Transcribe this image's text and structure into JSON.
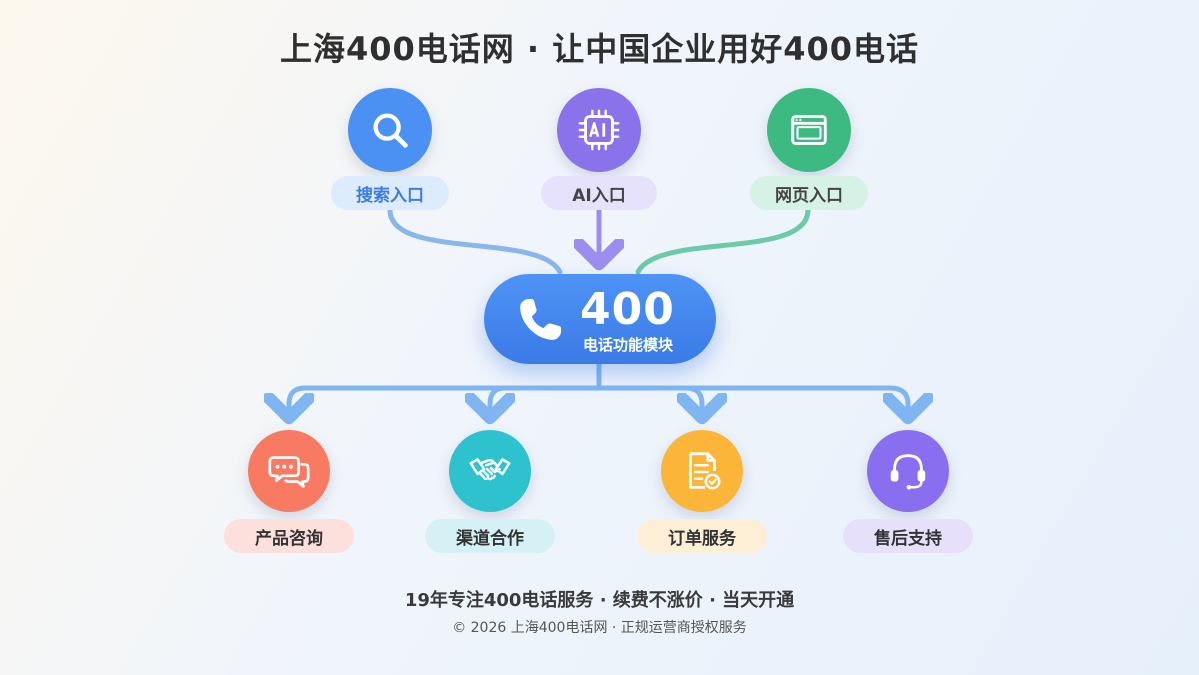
{
  "title": "上海400电话网 · 让中国企业用好400电话",
  "inputs": [
    {
      "label": "搜索入口",
      "icon": "search-icon",
      "color": "#4b90f3",
      "pill_bg": "#dcebfd",
      "pill_text": "#3b7de0"
    },
    {
      "label": "AI入口",
      "icon": "ai-chip-icon",
      "color": "#8a73ea",
      "pill_bg": "#e7e2fb",
      "pill_text": "#444444"
    },
    {
      "label": "网页入口",
      "icon": "browser-window-icon",
      "color": "#3dba82",
      "pill_bg": "#d6f1e6",
      "pill_text": "#444444"
    }
  ],
  "hub": {
    "number": "400",
    "label": "电话功能模块",
    "icon": "phone-icon",
    "color": "#3f82ec"
  },
  "outputs": [
    {
      "label": "产品咨询",
      "icon": "chat-bubbles-icon",
      "color": "#f97a62",
      "pill_bg": "#fde0dc"
    },
    {
      "label": "渠道合作",
      "icon": "handshake-icon",
      "color": "#2ec2cf",
      "pill_bg": "#d5f1f5"
    },
    {
      "label": "订单服务",
      "icon": "order-document-icon",
      "color": "#fbb63a",
      "pill_bg": "#fdefd6"
    },
    {
      "label": "售后支持",
      "icon": "headset-icon",
      "color": "#8a6ef0",
      "pill_bg": "#e6e0fb"
    }
  ],
  "footer": {
    "tagline": "19年专注400电话服务 · 续费不涨价 · 当天开通",
    "copyright": "© 2026 上海400电话网 · 正规运营商授权服务"
  },
  "connector_colors": {
    "search": "#8ab6ee",
    "ai": "#9c8ef0",
    "web": "#6bcaa8",
    "outputs": "#7fb6f2"
  }
}
